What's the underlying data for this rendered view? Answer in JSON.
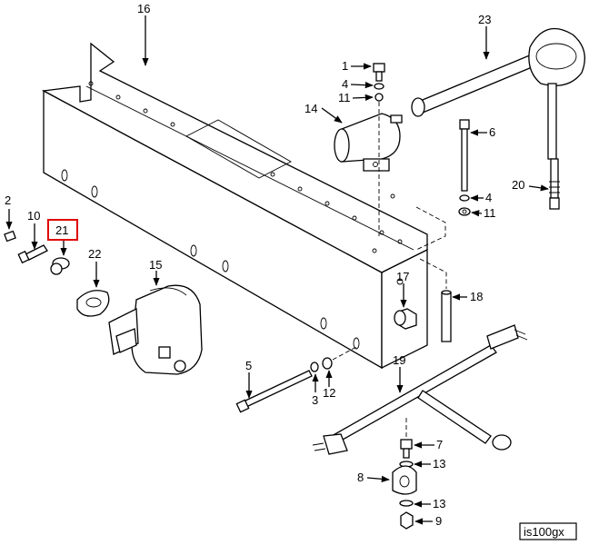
{
  "diagram": {
    "highlight_color": "#e00000",
    "reference_code": "is100gx",
    "highlighted_callout": "21",
    "callouts": {
      "c16": "16",
      "c23": "23",
      "c1": "1",
      "c4a": "4",
      "c11a": "11",
      "c14": "14",
      "c6": "6",
      "c20": "20",
      "c4b": "4",
      "c11b": "11",
      "c2": "2",
      "c10": "10",
      "c21": "21",
      "c22": "22",
      "c15": "15",
      "c17": "17",
      "c18": "18",
      "c19": "19",
      "c5": "5",
      "c3": "3",
      "c12": "12",
      "c7": "7",
      "c13a": "13",
      "c8": "8",
      "c13b": "13",
      "c9": "9"
    }
  }
}
